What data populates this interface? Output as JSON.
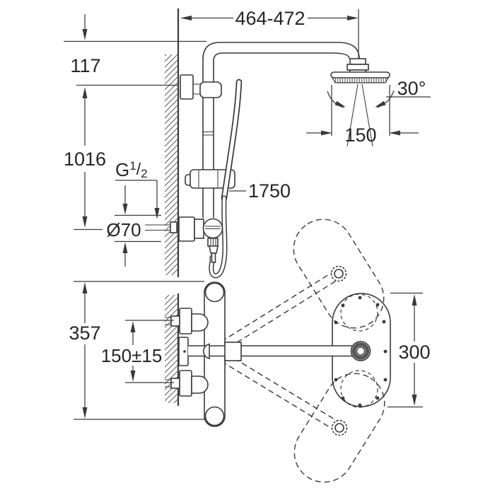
{
  "colors": {
    "ink": "#3a3a3a",
    "text": "#262626",
    "background": "#ffffff",
    "shade": "#565656"
  },
  "labels": {
    "top_span": "464-472",
    "head_drop": "117",
    "riser_height": "1016",
    "thread_prefix": "G",
    "thread_sup": "1",
    "thread_slash": "/",
    "thread_sub": "2",
    "flange_diameter": "Ø70",
    "hose_length": "1750",
    "spray_angle": "30°",
    "head_width": "150",
    "front_height": "357",
    "inlet_spacing": "150±15",
    "swivel_span": "300"
  }
}
